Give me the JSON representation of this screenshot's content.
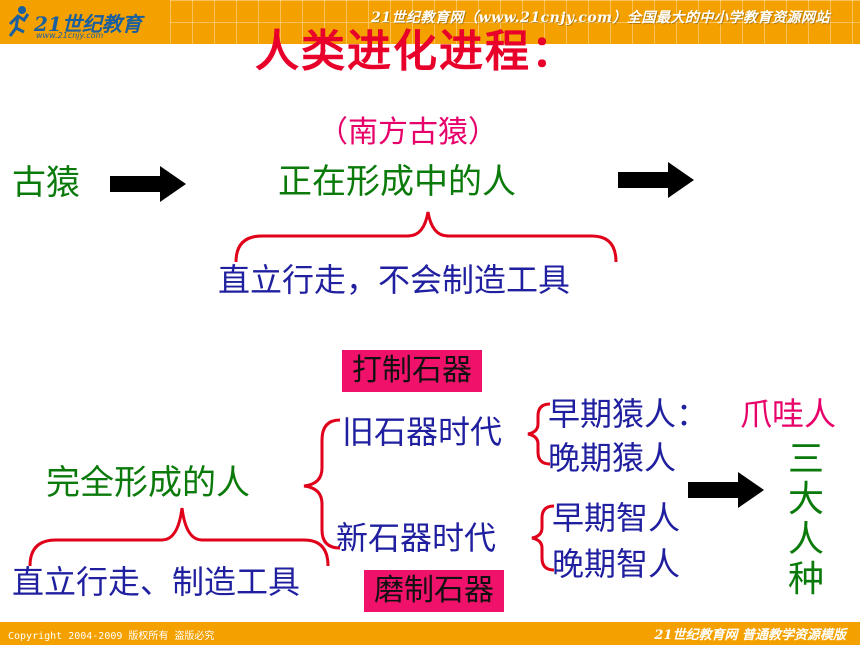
{
  "header": {
    "logo_text": "21世纪教育",
    "logo_url": "www.21cnjy.com",
    "slogan": "21世纪教育网（www.21cnjy.com）全国最大的中小学教育资源网站"
  },
  "title": "人类进化进程：",
  "stage1": {
    "from": "古猿",
    "note": "（南方古猿）",
    "middle": "正在形成中的人",
    "feature": "直立行走，不会制造工具"
  },
  "stage2": {
    "main": "完全形成的人",
    "feature": "直立行走、制造工具",
    "paleolithic": {
      "label": "旧石器时代",
      "tool": "打制石器",
      "items": [
        "早期猿人：",
        "晚期猿人"
      ],
      "example": "爪哇人"
    },
    "neolithic": {
      "label": "新石器时代",
      "tool": "磨制石器",
      "items": [
        "早期智人",
        "晚期智人"
      ]
    },
    "result": "三大人种"
  },
  "footer": {
    "copyright": "Copyright 2004-2009 版权所有 盗版必究",
    "right": "21世纪教育网   普通教学资源模版"
  },
  "colors": {
    "bar": "#f4a100",
    "title": "#e8002a",
    "green": "#0a7a0a",
    "blue": "#1f1fa0",
    "pink": "#e8006a",
    "tag_bg": "#f0126a",
    "brace": "#e0001a"
  }
}
